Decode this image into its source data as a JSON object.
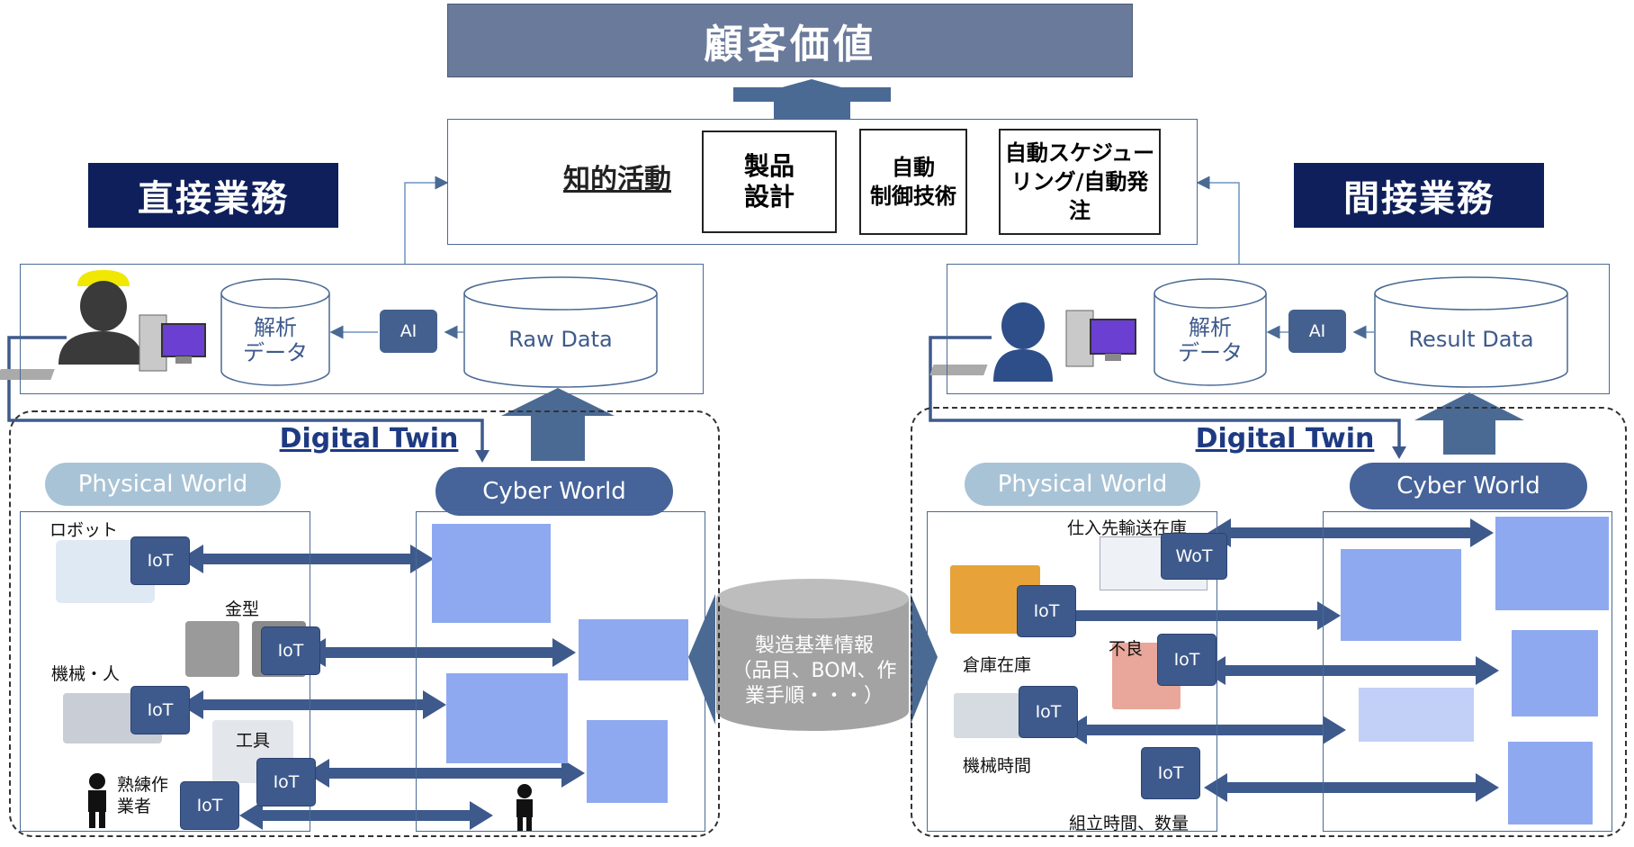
{
  "header": {
    "title": "顧客価値",
    "left_badge": "直接業務",
    "right_badge": "間接業務"
  },
  "intellectual": {
    "label": "知的活動",
    "cards": [
      {
        "line1": "製品",
        "line2": "設計"
      },
      {
        "line1": "自動",
        "line2": "制御技術"
      },
      {
        "line1": "自動スケジュー",
        "line2": "リング/自動発注"
      }
    ]
  },
  "left": {
    "analysis_line1": "解析",
    "analysis_line2": "データ",
    "ai": "AI",
    "raw_data": "Raw Data",
    "digital_twin": "Digital Twin",
    "physical_world": "Physical World",
    "cyber_world": "Cyber World",
    "labels": {
      "robot": "ロボット",
      "mold": "金型",
      "machine_person": "機械・人",
      "tool": "工具",
      "skilled_line1": "熟練作",
      "skilled_line2": "業者"
    },
    "iot": "IoT"
  },
  "center": {
    "line1": "製造基準情報",
    "line2": "（品目、BOM、作",
    "line3": "業手順・・・）"
  },
  "right": {
    "analysis_line1": "解析",
    "analysis_line2": "データ",
    "ai": "AI",
    "result_data": "Result Data",
    "digital_twin": "Digital Twin",
    "physical_world": "Physical World",
    "cyber_world": "Cyber World",
    "labels": {
      "supplier": "仕入先輸送在庫",
      "warehouse": "倉庫在庫",
      "defect": "不良",
      "machine_time": "機械時間",
      "assembly": "組立時間、数量"
    },
    "iot": "IoT",
    "wot": "WoT"
  },
  "colors": {
    "navy": "#0e1f5b",
    "arrow_blue": "#3e5a8c",
    "cyber_image_bg": "#8fa9f0",
    "title_gray": "#6a7a9a"
  }
}
